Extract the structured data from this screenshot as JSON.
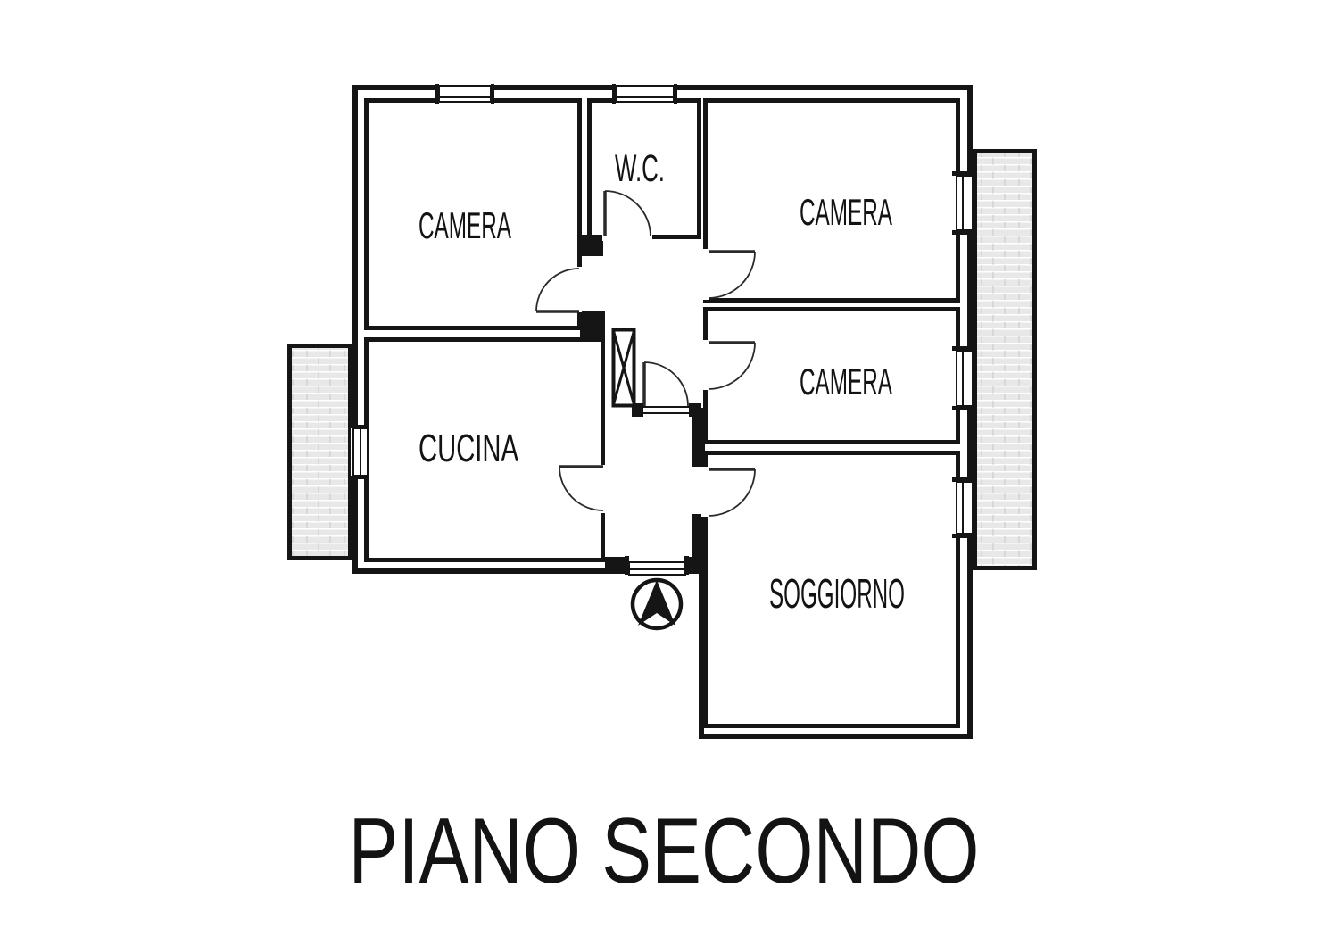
{
  "floor_plan": {
    "title": "PIANO SECONDO",
    "rooms": {
      "camera_top_left": "CAMERA",
      "wc": "W.C.",
      "camera_top_right": "CAMERA",
      "camera_middle_right": "CAMERA",
      "cucina": "CUCINA",
      "soggiorno": "SOGGIORNO"
    },
    "symbols": {
      "north_arrow": "north-arrow",
      "stair_shaft": "shaft-cross"
    },
    "colors": {
      "wall": "#151515",
      "background": "#ffffff",
      "brick_fill": "#e8e8e8",
      "brick_mortar": "#ffffff"
    }
  }
}
